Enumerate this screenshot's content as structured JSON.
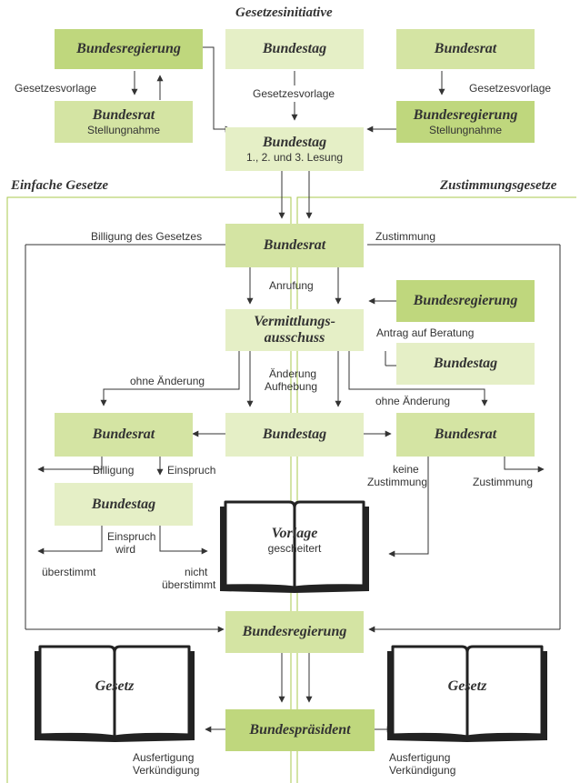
{
  "header": {
    "title": "Gesetzesinitiative"
  },
  "sections": {
    "left": "Einfache Gesetze",
    "right": "Zustimmungsgesetze"
  },
  "boxes": {
    "bundesregierung_top": "Bundesregierung",
    "bundestag_top": "Bundestag",
    "bundesrat_top": "Bundesrat",
    "bundesrat_stellung": {
      "title": "Bundesrat",
      "sub": "Stellungnahme"
    },
    "bundesregierung_stellung": {
      "title": "Bundesregierung",
      "sub": "Stellungnahme"
    },
    "bundestag_lesung": {
      "title": "Bundestag",
      "sub": "1., 2. und 3. Lesung"
    },
    "bundesrat_main": "Bundesrat",
    "bundesregierung_antrag": "Bundesregierung",
    "vermittlung": {
      "line1": "Vermittlungs-",
      "line2": "ausschuss"
    },
    "bundestag_antrag": "Bundestag",
    "bundesrat_left": "Bundesrat",
    "bundestag_center": "Bundestag",
    "bundesrat_right": "Bundesrat",
    "bundestag_left": "Bundestag",
    "bundesregierung_bottom": "Bundesregierung",
    "bundespraesident": "Bundespräsident"
  },
  "labels": {
    "gesetzesvorlage_left": "Gesetzesvorlage",
    "gesetzesvorlage_center": "Gesetzesvorlage",
    "gesetzesvorlage_right": "Gesetzesvorlage",
    "billigung_des_gesetzes": "Billigung des Gesetzes",
    "zustimmung_top": "Zustimmung",
    "anrufung": "Anrufung",
    "antrag_auf_beratung": "Antrag auf Beratung",
    "ohne_aenderung_left": "ohne Änderung",
    "aenderung": "Änderung",
    "aufhebung": "Aufhebung",
    "ohne_aenderung_right": "ohne Änderung",
    "billigung": "Billigung",
    "einspruch": "Einspruch",
    "keine": "keine",
    "zustimmung_keine": "Zustimmung",
    "zustimmung_right": "Zustimmung",
    "einspruch_wird_1": "Einspruch",
    "einspruch_wird_2": "wird",
    "ueberstimmt": "überstimmt",
    "nicht": "nicht",
    "nicht_ueberstimmt": "überstimmt",
    "ausfertigung_left": "Ausfertigung",
    "verkuendigung_left": "Verkündigung",
    "ausfertigung_right": "Ausfertigung",
    "verkuendigung_right": "Verkündigung"
  },
  "books": {
    "vorlage": {
      "title": "Vorlage",
      "sub": "gescheitert"
    },
    "gesetz_left": "Gesetz",
    "gesetz_right": "Gesetz"
  },
  "colors": {
    "box_dark": "#bfd77d",
    "box_mid": "#d4e4a3",
    "box_light": "#e5efc6",
    "section_line": "#a9c94e",
    "arrow": "#333333"
  }
}
